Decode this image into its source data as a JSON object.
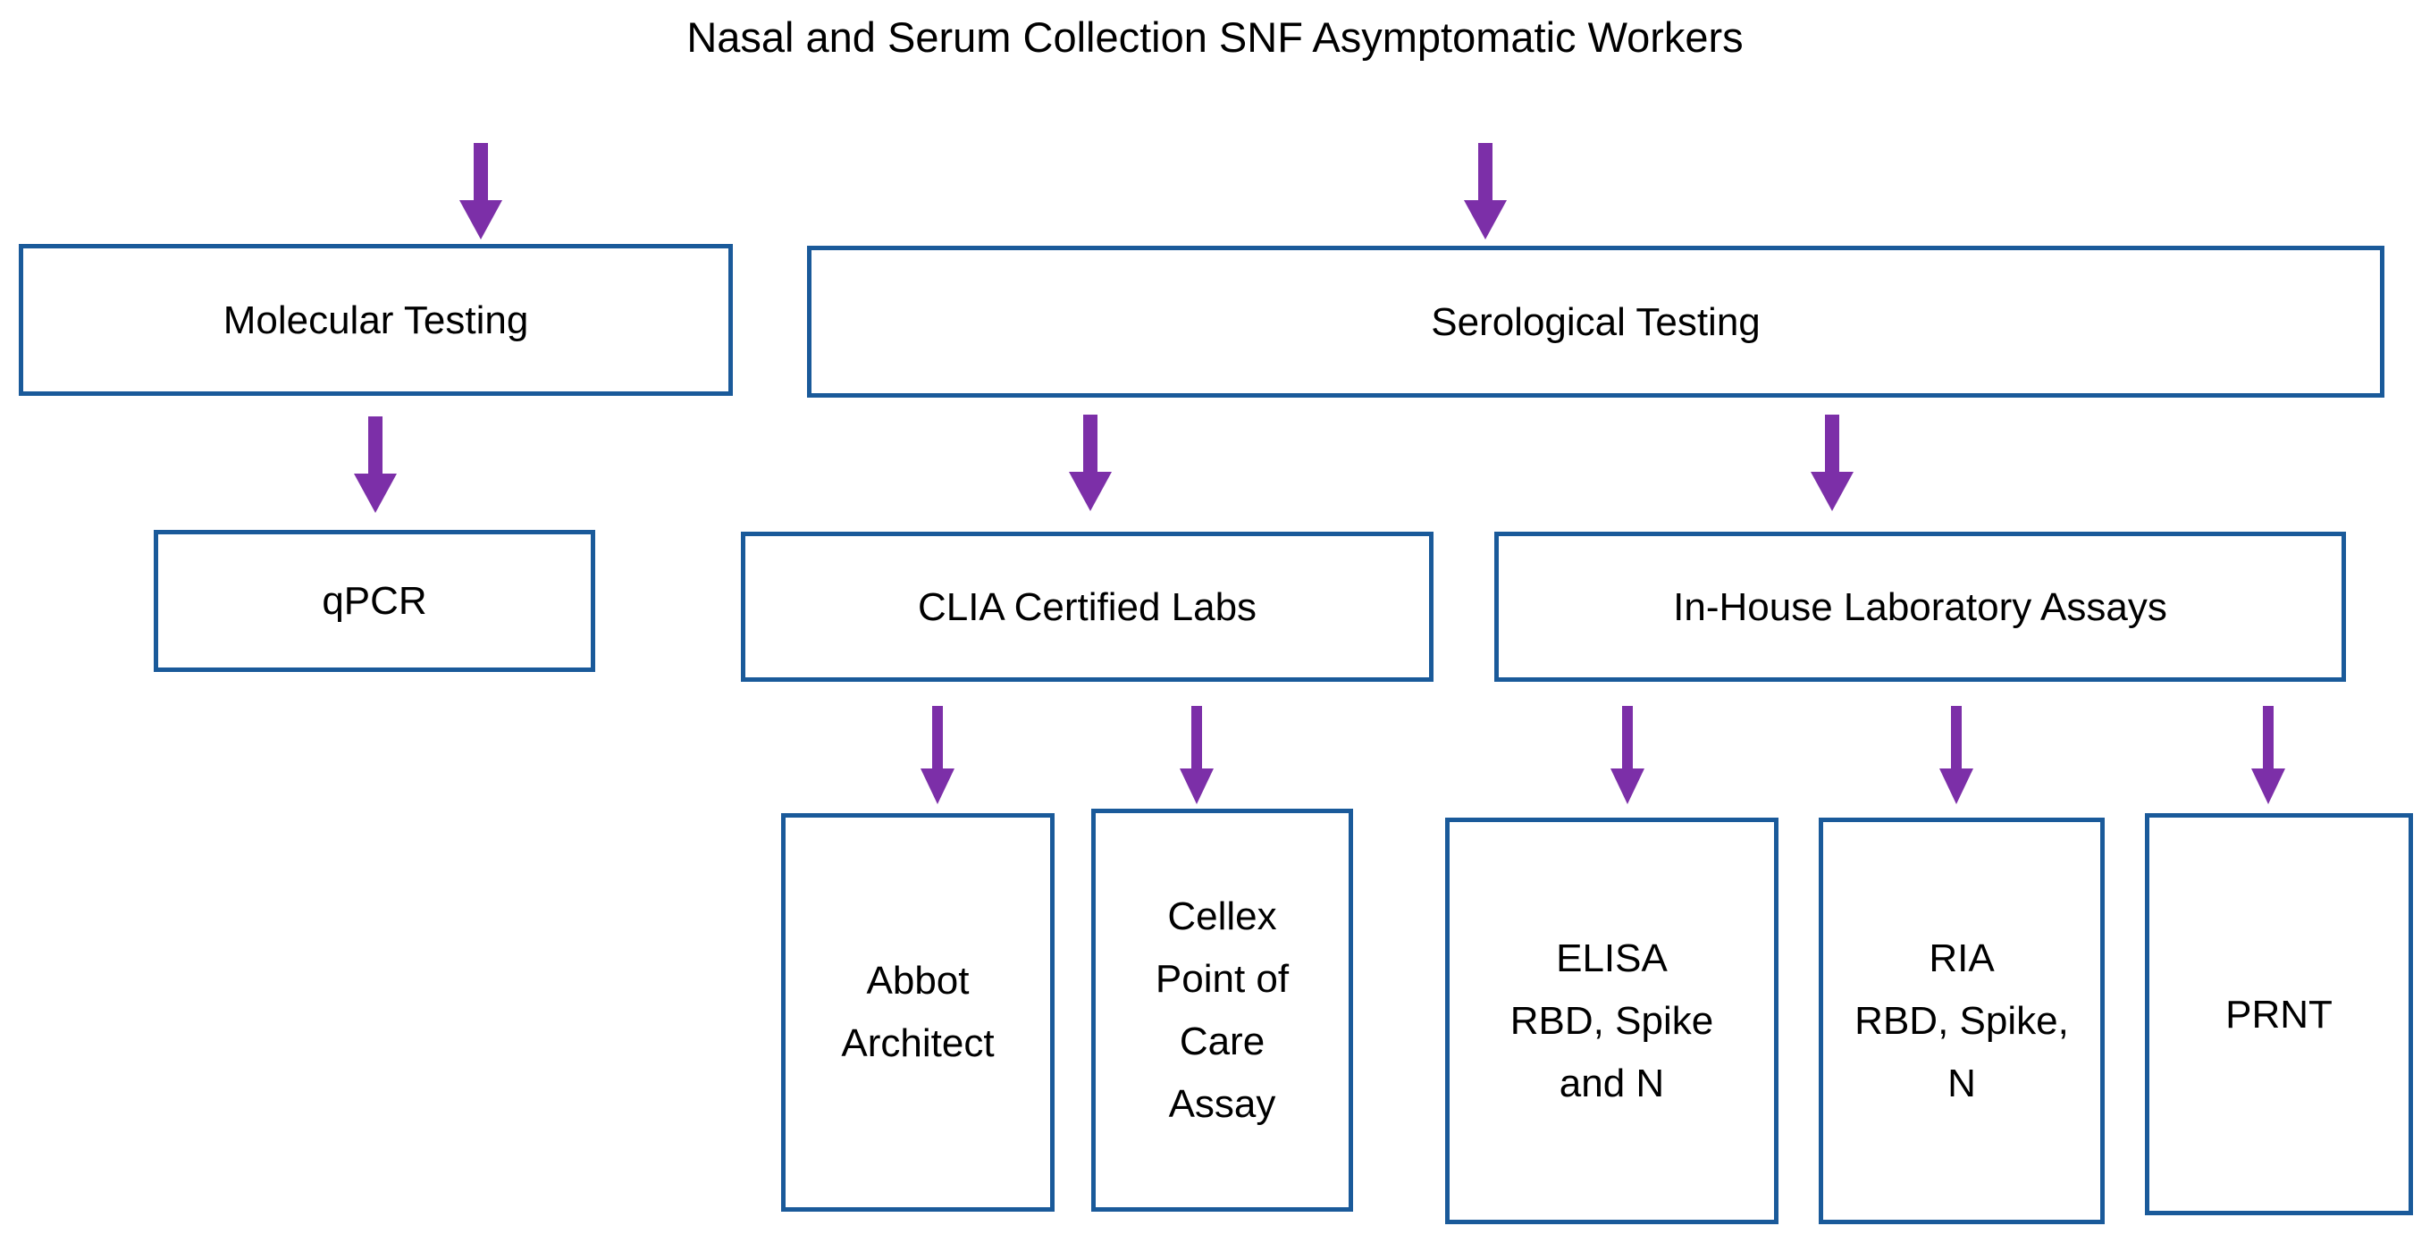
{
  "title": "Nasal and Serum Collection SNF Asymptomatic Workers",
  "colors": {
    "background": "#FFFFFF",
    "text": "#000000",
    "box_border": "#1A5A9A",
    "arrow": "#7C2FA8"
  },
  "nodes": {
    "molecular": {
      "label": "Molecular Testing",
      "lines": [
        "Molecular Testing"
      ]
    },
    "serological": {
      "label": "Serological Testing",
      "lines": [
        "Serological Testing"
      ]
    },
    "qpcr": {
      "label": "qPCR",
      "lines": [
        "qPCR"
      ]
    },
    "clia": {
      "label": "CLIA Certified Labs",
      "lines": [
        "CLIA Certified Labs"
      ]
    },
    "inhouse": {
      "label": "In-House Laboratory Assays",
      "lines": [
        "In-House Laboratory Assays"
      ]
    },
    "abbot": {
      "label": "Abbot Architect",
      "lines": [
        "Abbot",
        "Architect"
      ]
    },
    "cellex": {
      "label": "Cellex Point of Care Assay",
      "lines": [
        "Cellex",
        "Point of",
        "Care",
        "Assay"
      ]
    },
    "elisa": {
      "label": "ELISA RBD, Spike and N",
      "lines": [
        "ELISA",
        "RBD, Spike",
        "and N"
      ]
    },
    "ria": {
      "label": "RIA RBD, Spike, N",
      "lines": [
        "RIA",
        "RBD, Spike,",
        "N"
      ]
    },
    "prnt": {
      "label": "PRNT",
      "lines": [
        "PRNT"
      ]
    }
  },
  "edges": [
    {
      "from": "title",
      "to": "Molecular Testing"
    },
    {
      "from": "title",
      "to": "Serological Testing"
    },
    {
      "from": "Molecular Testing",
      "to": "qPCR"
    },
    {
      "from": "Serological Testing",
      "to": "CLIA Certified Labs"
    },
    {
      "from": "Serological Testing",
      "to": "In-House Laboratory Assays"
    },
    {
      "from": "CLIA Certified Labs",
      "to": "Abbot Architect"
    },
    {
      "from": "CLIA Certified Labs",
      "to": "Cellex Point of Care Assay"
    },
    {
      "from": "In-House Laboratory Assays",
      "to": "ELISA RBD, Spike and N"
    },
    {
      "from": "In-House Laboratory Assays",
      "to": "RIA RBD, Spike, N"
    },
    {
      "from": "In-House Laboratory Assays",
      "to": "PRNT"
    }
  ]
}
